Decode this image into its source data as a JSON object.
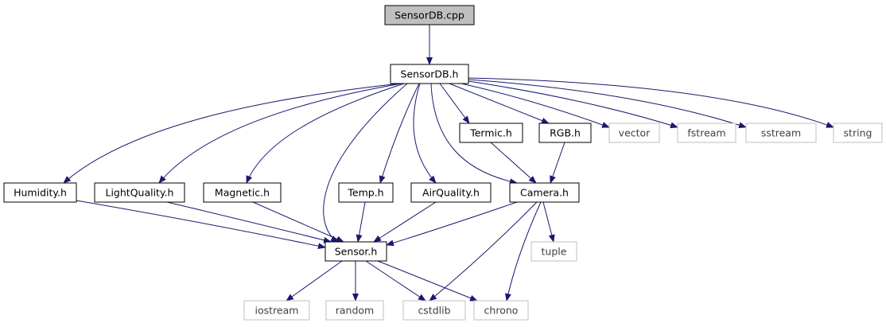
{
  "diagram": {
    "colors": {
      "edge": "#191970",
      "node_border_internal": "#000000",
      "node_border_external": "#bfbfbf",
      "node_fill_root": "#bfbfbf",
      "node_fill": "#ffffff",
      "text_internal": "#000000",
      "text_external": "#404040"
    },
    "nodes": [
      {
        "id": "sensordb_cpp",
        "label": "SensorDB.cpp",
        "kind": "root"
      },
      {
        "id": "sensordb_h",
        "label": "SensorDB.h",
        "kind": "internal"
      },
      {
        "id": "termic_h",
        "label": "Termic.h",
        "kind": "internal"
      },
      {
        "id": "rgb_h",
        "label": "RGB.h",
        "kind": "internal"
      },
      {
        "id": "vector",
        "label": "vector",
        "kind": "external"
      },
      {
        "id": "fstream",
        "label": "fstream",
        "kind": "external"
      },
      {
        "id": "sstream",
        "label": "sstream",
        "kind": "external"
      },
      {
        "id": "string",
        "label": "string",
        "kind": "external"
      },
      {
        "id": "humidity_h",
        "label": "Humidity.h",
        "kind": "internal"
      },
      {
        "id": "lightquality_h",
        "label": "LightQuality.h",
        "kind": "internal"
      },
      {
        "id": "magnetic_h",
        "label": "Magnetic.h",
        "kind": "internal"
      },
      {
        "id": "temp_h",
        "label": "Temp.h",
        "kind": "internal"
      },
      {
        "id": "airquality_h",
        "label": "AirQuality.h",
        "kind": "internal"
      },
      {
        "id": "camera_h",
        "label": "Camera.h",
        "kind": "internal"
      },
      {
        "id": "sensor_h",
        "label": "Sensor.h",
        "kind": "internal"
      },
      {
        "id": "tuple",
        "label": "tuple",
        "kind": "external"
      },
      {
        "id": "iostream",
        "label": "iostream",
        "kind": "external"
      },
      {
        "id": "random",
        "label": "random",
        "kind": "external"
      },
      {
        "id": "cstdlib",
        "label": "cstdlib",
        "kind": "external"
      },
      {
        "id": "chrono",
        "label": "chrono",
        "kind": "external"
      }
    ],
    "edges": [
      {
        "from": "sensordb_cpp",
        "to": "sensordb_h"
      },
      {
        "from": "sensordb_h",
        "to": "humidity_h"
      },
      {
        "from": "sensordb_h",
        "to": "lightquality_h"
      },
      {
        "from": "sensordb_h",
        "to": "magnetic_h"
      },
      {
        "from": "sensordb_h",
        "to": "sensor_h"
      },
      {
        "from": "sensordb_h",
        "to": "temp_h"
      },
      {
        "from": "sensordb_h",
        "to": "airquality_h"
      },
      {
        "from": "sensordb_h",
        "to": "camera_h"
      },
      {
        "from": "sensordb_h",
        "to": "termic_h"
      },
      {
        "from": "sensordb_h",
        "to": "rgb_h"
      },
      {
        "from": "sensordb_h",
        "to": "vector"
      },
      {
        "from": "sensordb_h",
        "to": "fstream"
      },
      {
        "from": "sensordb_h",
        "to": "sstream"
      },
      {
        "from": "sensordb_h",
        "to": "string"
      },
      {
        "from": "termic_h",
        "to": "camera_h"
      },
      {
        "from": "rgb_h",
        "to": "camera_h"
      },
      {
        "from": "humidity_h",
        "to": "sensor_h"
      },
      {
        "from": "lightquality_h",
        "to": "sensor_h"
      },
      {
        "from": "magnetic_h",
        "to": "sensor_h"
      },
      {
        "from": "temp_h",
        "to": "sensor_h"
      },
      {
        "from": "airquality_h",
        "to": "sensor_h"
      },
      {
        "from": "camera_h",
        "to": "sensor_h"
      },
      {
        "from": "camera_h",
        "to": "tuple"
      },
      {
        "from": "camera_h",
        "to": "cstdlib"
      },
      {
        "from": "camera_h",
        "to": "chrono"
      },
      {
        "from": "sensor_h",
        "to": "iostream"
      },
      {
        "from": "sensor_h",
        "to": "random"
      },
      {
        "from": "sensor_h",
        "to": "cstdlib"
      },
      {
        "from": "sensor_h",
        "to": "chrono"
      }
    ]
  }
}
